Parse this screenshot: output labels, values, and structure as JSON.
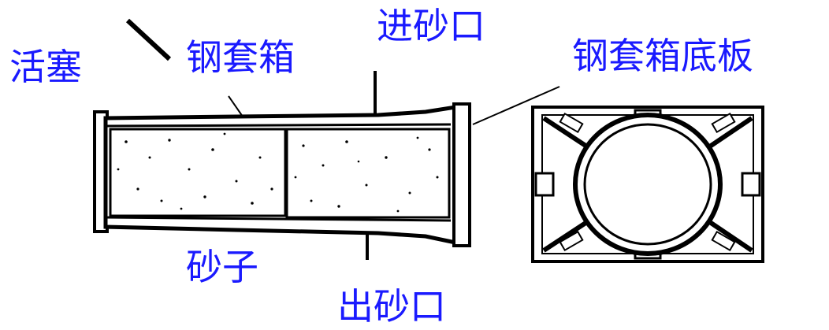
{
  "labels": {
    "piston": "活塞",
    "steel_box": "钢套箱",
    "sand_inlet": "进砂口",
    "steel_box_bottom_plate": "钢套箱底板",
    "sand": "砂子",
    "sand_outlet": "出砂口"
  },
  "colors": {
    "label": "#1a1aff",
    "line": "#000000",
    "background": "#ffffff"
  }
}
